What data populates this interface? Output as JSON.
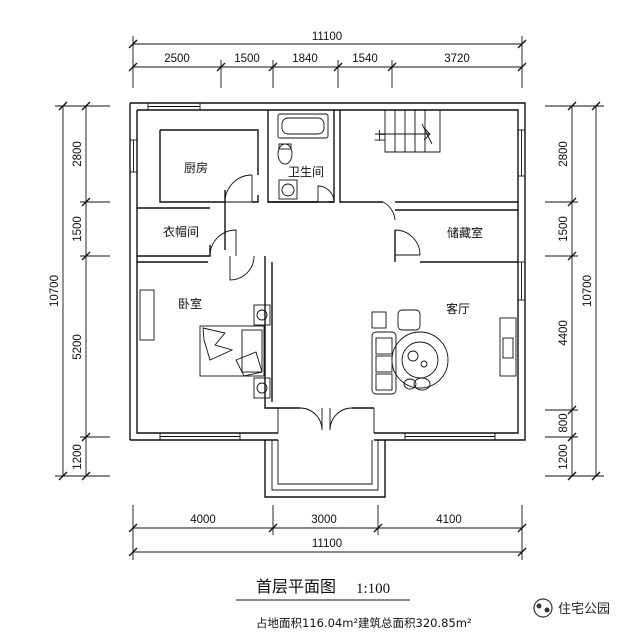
{
  "dimensions": {
    "top_total": "11100",
    "top_segments": [
      "2500",
      "1500",
      "1840",
      "1540",
      "3720"
    ],
    "bottom_segments": [
      "4000",
      "3000",
      "4100"
    ],
    "bottom_total": "11100",
    "left_total": "10700",
    "left_segments": [
      "2800",
      "1500",
      "5200",
      "1200"
    ],
    "right_total": "10700",
    "right_segments": [
      "2800",
      "1500",
      "4400",
      "800",
      "1200"
    ]
  },
  "rooms": {
    "kitchen": "厨房",
    "bathroom": "卫生间",
    "cloakroom": "衣帽间",
    "storage": "储藏室",
    "bedroom": "卧室",
    "living_room": "客厅",
    "stair_up": "上"
  },
  "caption": {
    "title": "首层平面图",
    "scale": "1:100",
    "area_note": "占地面积116.04m²建筑总面积320.85m²"
  },
  "watermark": {
    "text": "住宅公园"
  }
}
